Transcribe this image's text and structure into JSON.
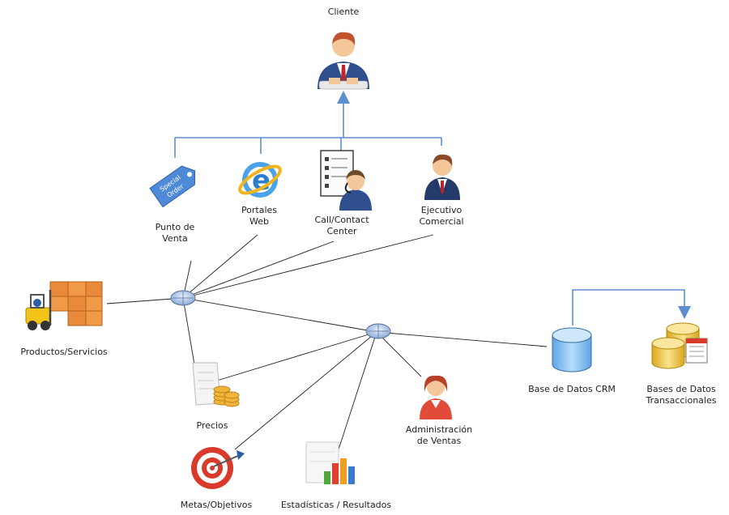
{
  "nodes": {
    "cliente": {
      "label": "Cliente"
    },
    "punto_venta": {
      "line1": "Punto de",
      "line2": "Venta",
      "tag1": "Special",
      "tag2": "Order"
    },
    "portales_web": {
      "line1": "Portales",
      "line2": "Web"
    },
    "call_center": {
      "line1": "Call/Contact",
      "line2": "Center"
    },
    "ejecutivo": {
      "line1": "Ejecutivo",
      "line2": "Comercial"
    },
    "productos": {
      "label": "Productos/Servicios"
    },
    "precios": {
      "label": "Precios"
    },
    "metas": {
      "label": "Metas/Objetivos"
    },
    "estadisticas": {
      "label": "Estadísticas / Resultados"
    },
    "admin_ventas": {
      "line1": "Administración",
      "line2": "de Ventas"
    },
    "crm": {
      "label": "Base de Datos CRM"
    },
    "transaccionales": {
      "line1": "Bases de Datos",
      "line2": "Transaccionales"
    }
  },
  "colors": {
    "connector_blue": "#5b8fd0",
    "network_line": "#222222",
    "db_blue": "#8fc3ee",
    "db_gold": "#e8c24a",
    "suit_blue": "#2f4f8f",
    "skin": "#f3c79a",
    "hair": "#c0522d"
  },
  "icons": [
    "person-icon",
    "special-order-tag-icon",
    "internet-explorer-icon",
    "call-center-icon",
    "executive-icon",
    "forklift-boxes-icon",
    "price-tag-coins-icon",
    "target-icon",
    "bar-chart-icon",
    "female-person-icon",
    "database-icon",
    "databases-icon",
    "hub-icon"
  ]
}
